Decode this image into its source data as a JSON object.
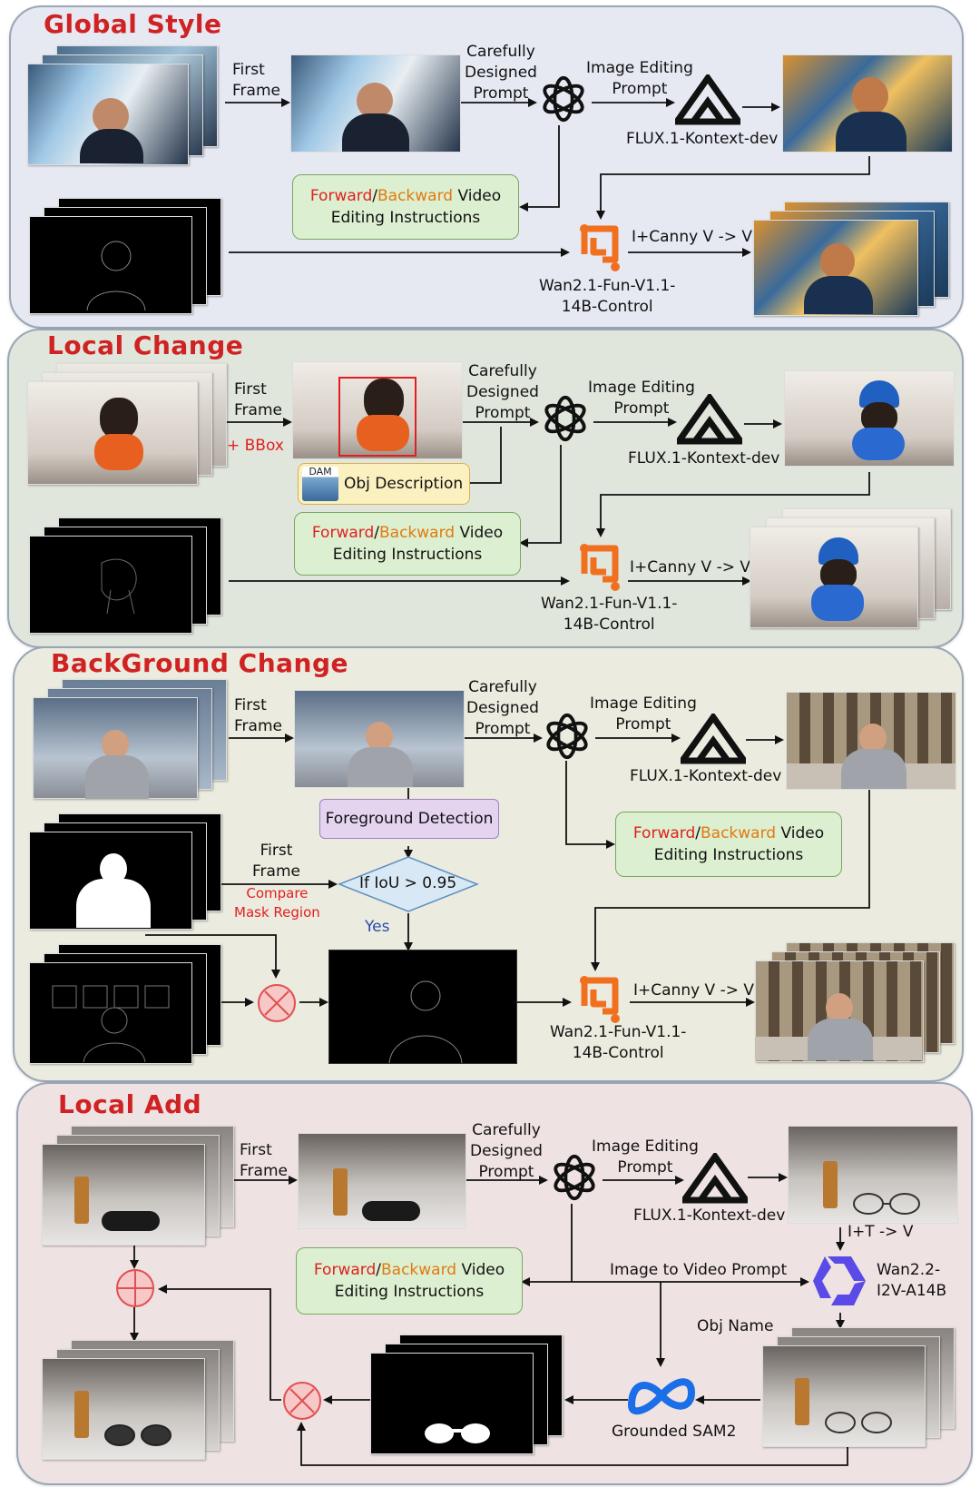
{
  "sections": {
    "global": {
      "title": "Global Style"
    },
    "local_change": {
      "title": "Local Change"
    },
    "background": {
      "title": "BackGround Change"
    },
    "local_add": {
      "title": "Local Add"
    }
  },
  "labels": {
    "first": "First",
    "frame": "Frame",
    "carefully": "Carefully",
    "designed": "Designed",
    "prompt": "Prompt",
    "image_editing": "Image Editing",
    "flux": "FLUX.1-Kontext-dev",
    "forward": "Forward",
    "slash": "/",
    "backward": "Backward",
    "video": " Video",
    "editing_instructions": "Editing Instructions",
    "canny": "I+Canny V -> V",
    "wan_control_1": "Wan2.1-Fun-V1.1-",
    "wan_control_2": "14B-Control",
    "bbox": "+ BBox",
    "dam": "DAM",
    "obj_description": "Obj Description",
    "foreground_detection": "Foreground Detection",
    "iou": "If IoU > 0.95",
    "yes": "Yes",
    "compare": "Compare",
    "mask_region": "Mask Region",
    "it_v": "I+T -> V",
    "wan22_1": "Wan2.2-",
    "wan22_2": "I2V-A14B",
    "i2v_prompt": "Image to Video Prompt",
    "obj_name": "Obj Name",
    "grounded_sam": "Grounded SAM2"
  },
  "colors": {
    "title_red": "#d02222",
    "panel_global": "#e6e9f2",
    "panel_local_change": "#e0e6dc",
    "panel_background": "#ebebdf",
    "panel_local_add": "#efe2e2",
    "box_green": "#dcefd0",
    "wan_orange": "#f07020",
    "meta_blue": "#1a6ee8",
    "op_red": "#e05050"
  },
  "icons": [
    "openai-logo-icon",
    "flux-logo-icon",
    "wan-logo-icon",
    "qwen-logo-icon",
    "meta-logo-icon",
    "multiply-circle-icon",
    "plus-circle-icon"
  ]
}
